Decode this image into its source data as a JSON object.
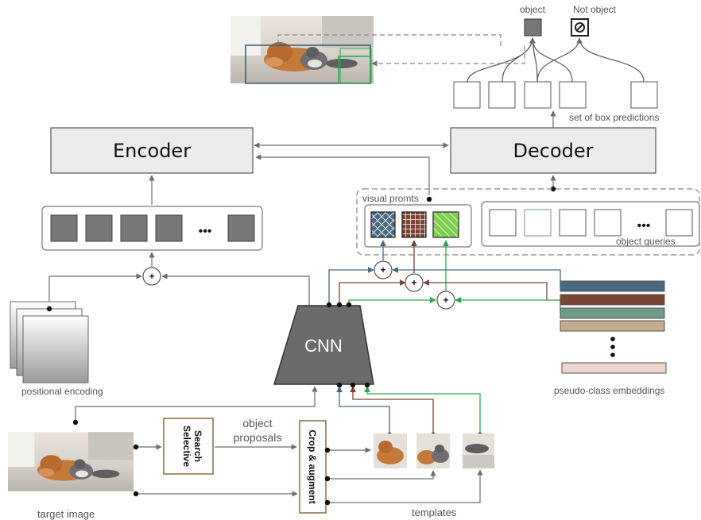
{
  "labels": {
    "encoder": "Encoder",
    "decoder": "Decoder",
    "cnn": "CNN",
    "object": "object",
    "not_object": "Not object",
    "set_of_box_predictions": "set of box predictions",
    "visual_prompts": "visual promts",
    "object_queries": "object queries",
    "positional_encoding": "positional encoding",
    "pseudo_class_embeddings": "pseudo-class embeddings",
    "selective_search": [
      "Selective",
      "Search"
    ],
    "object_proposals": [
      "object",
      "proposals"
    ],
    "crop_augment": "Crop & augment",
    "templates": "templates",
    "target_image": "target image",
    "dots": "•••",
    "plus": "+"
  },
  "colors": {
    "blue": "#4a6a82",
    "brown": "#7a4535",
    "teal": "#6f9a8a",
    "tan": "#c2ad8f",
    "pink": "#ead4cc",
    "green": "#2ea84a",
    "gray_block": "#777777",
    "cnn_fill": "#6b6b6b",
    "line": "#6d6d6d",
    "image_border": "#8b6a3e"
  },
  "icons": {
    "object": "filled-square-icon",
    "not_object": "no-entry-icon"
  }
}
